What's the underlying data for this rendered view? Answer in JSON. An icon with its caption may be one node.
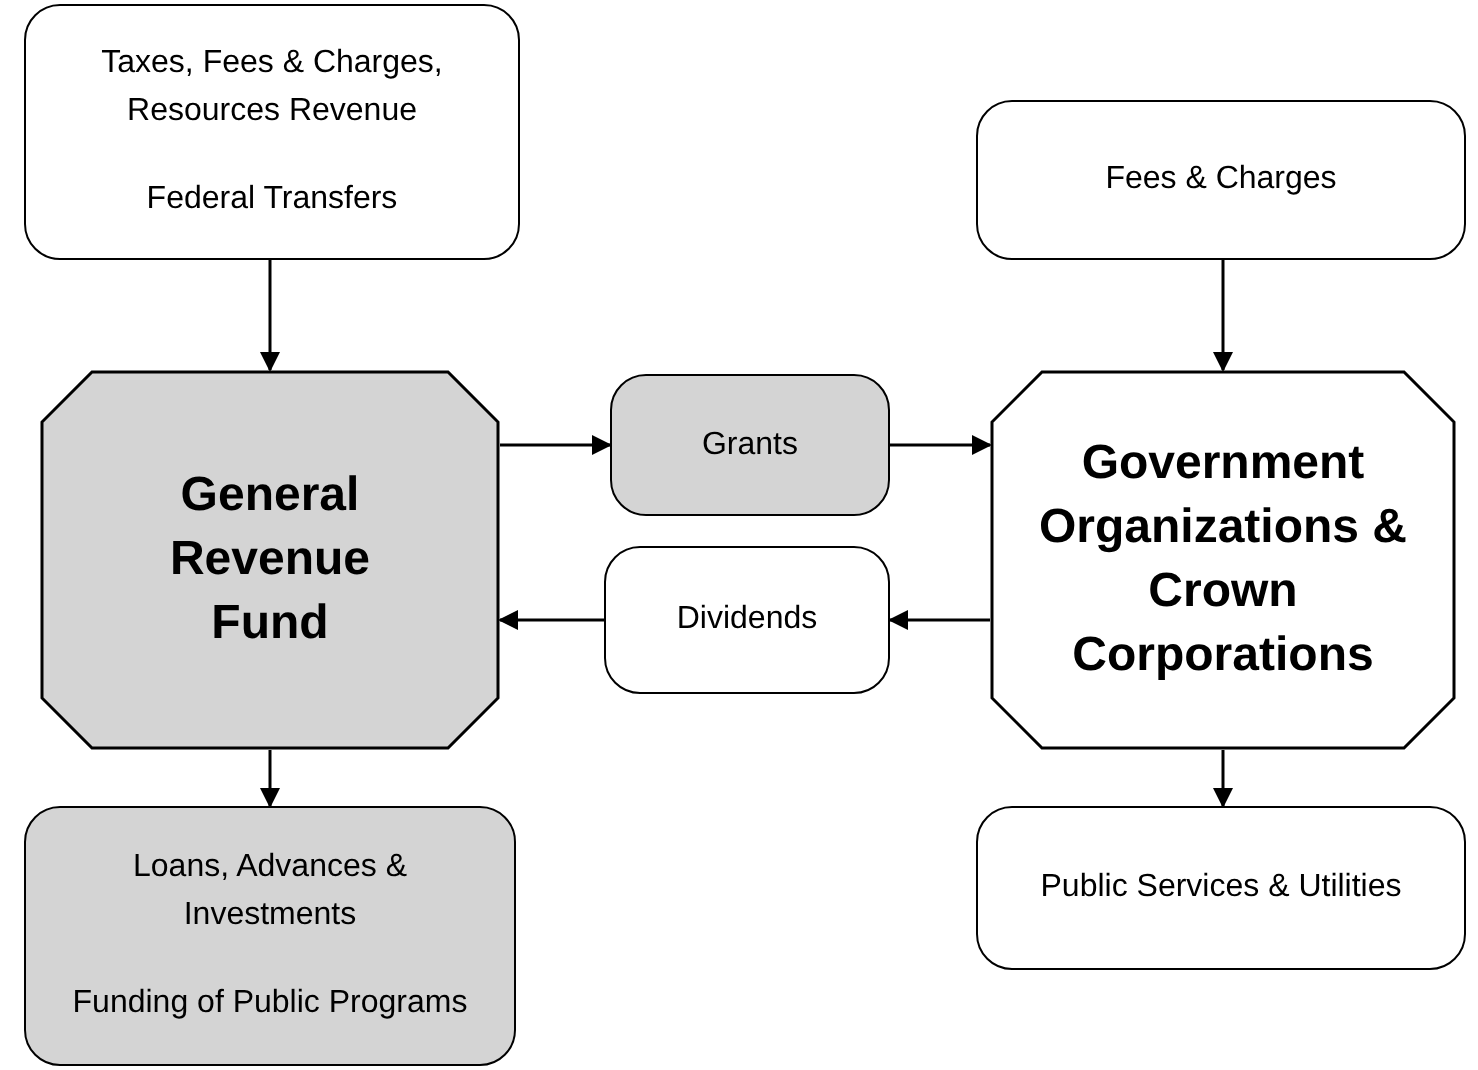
{
  "diagram": {
    "nodes": [
      {
        "text": [
          "Taxes, Fees & Charges, Resources Revenue",
          "Federal Transfers"
        ]
      },
      {
        "text": [
          "General Revenue Fund"
        ]
      },
      {
        "text": [
          "Grants"
        ]
      },
      {
        "text": [
          "Fees & Charges"
        ]
      },
      {
        "text": [
          "Government Organizations & Crown Corporations"
        ]
      },
      {
        "text": [
          "Dividends"
        ]
      },
      {
        "text": [
          "Loans, Advances & Investments",
          "Funding of Public Programs"
        ]
      },
      {
        "text": [
          "Public Services & Utilities"
        ]
      }
    ],
    "edges": [
      {
        "from": 0,
        "to": 1,
        "arrow": "to"
      },
      {
        "from": 1,
        "to": 2,
        "arrow": "to"
      },
      {
        "from": 2,
        "to": 4,
        "arrow": "to"
      },
      {
        "from": 3,
        "to": 4,
        "arrow": "to"
      },
      {
        "from": 4,
        "to": 5,
        "arrow": "to"
      },
      {
        "from": 5,
        "to": 1,
        "arrow": "to"
      },
      {
        "from": 1,
        "to": 6,
        "arrow": "to"
      },
      {
        "from": 4,
        "to": 7,
        "arrow": "to"
      }
    ]
  }
}
